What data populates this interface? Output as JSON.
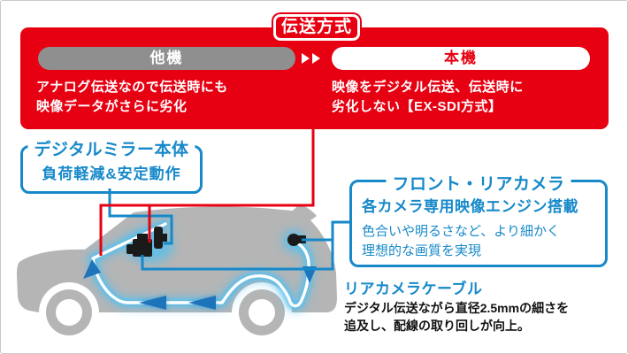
{
  "panel": {
    "title": "伝送方式",
    "other": {
      "label": "他機",
      "desc_line1": "アナログ伝送なので伝送時にも",
      "desc_line2": "映像データがさらに劣化"
    },
    "main": {
      "label": "本機",
      "desc_line1": "映像をデジタル伝送、伝送時に",
      "desc_line2": "劣化しない【EX-SDI方式】"
    }
  },
  "mirror_box": {
    "title": "デジタルミラー本体",
    "body": "負荷軽減&安定動作"
  },
  "camera_box": {
    "title": "フロント・リアカメラ",
    "headline": "各カメラ専用映像エンジン搭載",
    "desc_line1": "色合いや明るさなど、より細かく",
    "desc_line2": "理想的な画質を実現"
  },
  "cable_note": {
    "title": "リアカメラケーブル",
    "desc_line1": "デジタル伝送ながら直径2.5mmの細さを",
    "desc_line2": "追及し、配線の取り回しが向上。"
  },
  "icons": {
    "double_arrow": "double-right-arrow",
    "car": "suv-side-silhouette",
    "mirror_unit": "digital-mirror-display",
    "front_camera": "front-camera-unit",
    "rear_camera": "rear-camera"
  },
  "colors": {
    "red": "#e60012",
    "blue": "#1789c9",
    "arrow_blue": "#1e74bb",
    "glow_blue": "#55c0ee",
    "car_gray": "#b5b5b5",
    "pill_gray": "#8f8f8f"
  }
}
